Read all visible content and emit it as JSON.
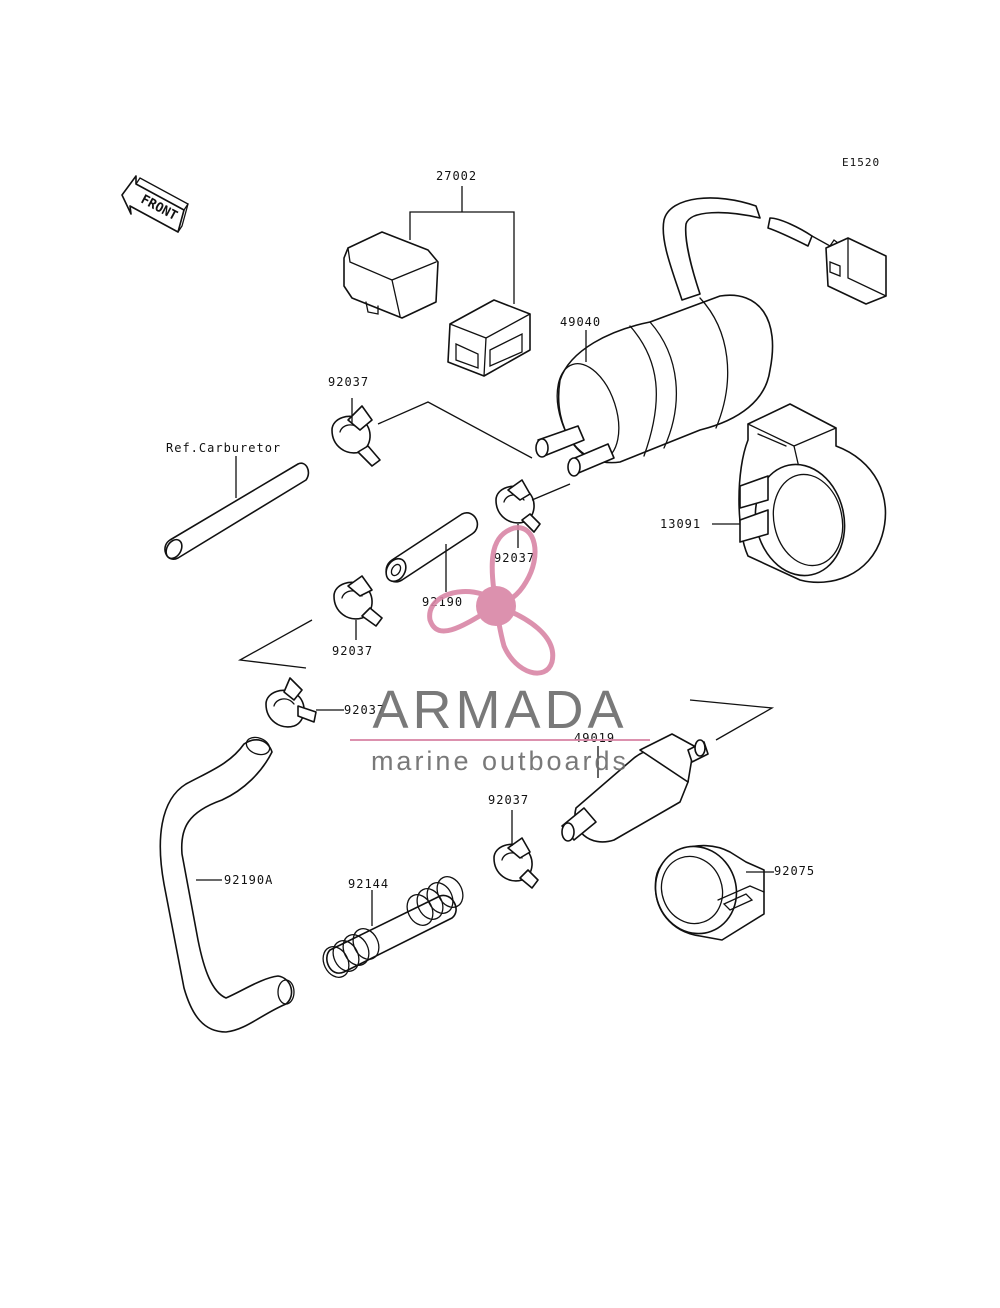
{
  "diagram": {
    "code": "E1520",
    "front_label": "FRONT",
    "labels": {
      "p27002": "27002",
      "p49040": "49040",
      "p92037_a": "92037",
      "ref_carb": "Ref.Carburetor",
      "p92037_b": "92037",
      "p13091": "13091",
      "p92190": "92190",
      "p92037_c": "92037",
      "p92037_d": "92037",
      "p49019": "49019",
      "p92037_e": "92037",
      "p92075": "92075",
      "p92190A": "92190A",
      "p92144": "92144"
    }
  },
  "watermark": {
    "brand": "ARMADA",
    "tagline": "marine outboards",
    "logo_icon": "propeller-icon",
    "color": "#d986a6",
    "text_color": "#6b6b6b"
  }
}
